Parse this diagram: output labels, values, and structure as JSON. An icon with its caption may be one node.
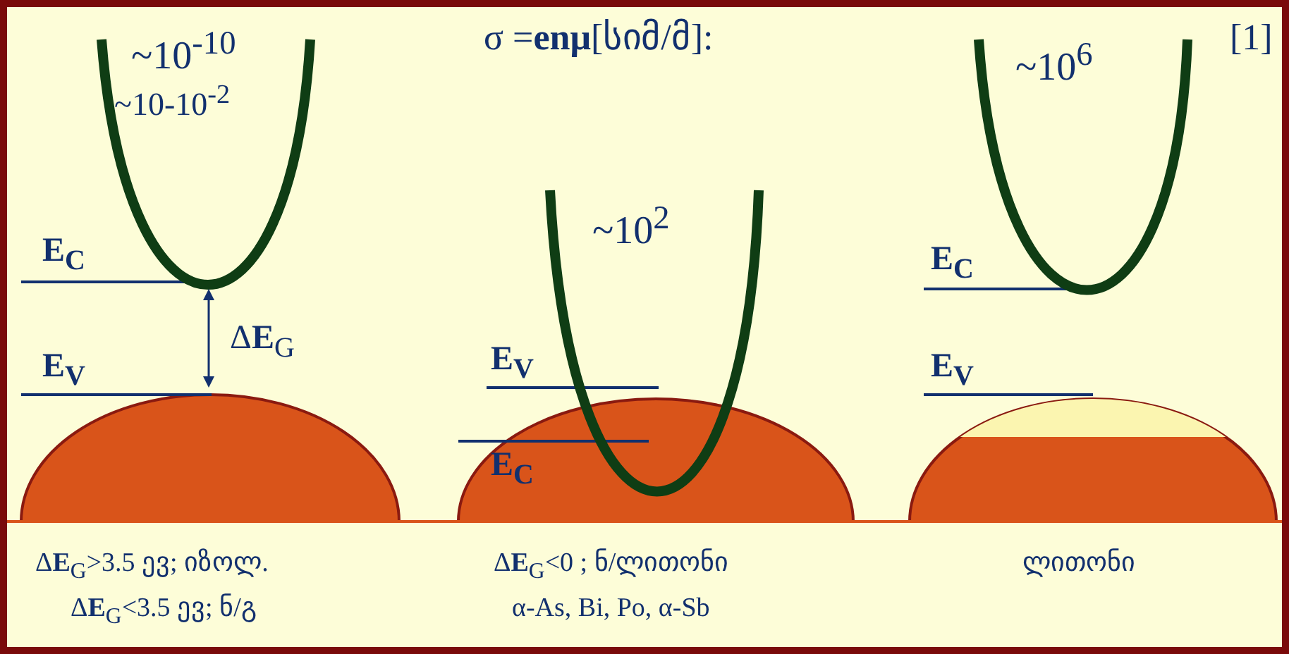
{
  "diagram": {
    "title": "σ =**enμ**[სიმ/მ]:",
    "labels": [
      "~10$^{-10}$",
      "~10$^{6}$",
      "[1]",
      "~10-10$^{-2}$",
      "~10$^{2}$",
      "E$_{C}$",
      "E$_{C}$",
      "Δ**E**$_{G}$",
      "E$_{V}$",
      "E$_{V}$",
      "E$_{V}$",
      "E$_{C}$",
      "Δ**E**$_{G}$>3.5 ევ; იზოლ.",
      "Δ**E**$_{G}$<0 ; ნ/ლითონი",
      "ლითონი",
      "Δ**E**$_{G}$<3.5 ევ; ნ/გ",
      "α-As, Bi, Po, α-Sb"
    ]
  }
}
